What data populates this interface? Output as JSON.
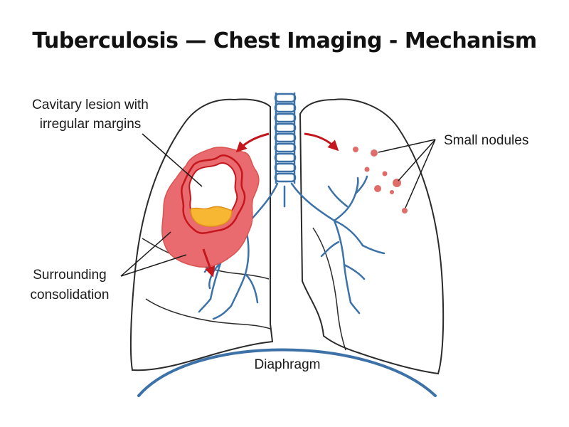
{
  "title": "Tuberculosis — Chest Imaging - Mechanism",
  "labels": {
    "cavitary_line1": "Cavitary lesion with",
    "cavitary_line2": "irregular margins",
    "nodules": "Small nodules",
    "consolidation_line1": "Surrounding",
    "consolidation_line2": "consolidation",
    "diaphragm": "Diaphragm"
  },
  "colors": {
    "lung_outline": "#2b2b2b",
    "airway": "#3d72a8",
    "consolidation": "#e05a5f",
    "cavity_margin": "#c4161c",
    "fluid": "#f7b733",
    "nodule": "#d9534f",
    "arrow": "#c4161c",
    "diaphragm": "#3d72a8"
  }
}
